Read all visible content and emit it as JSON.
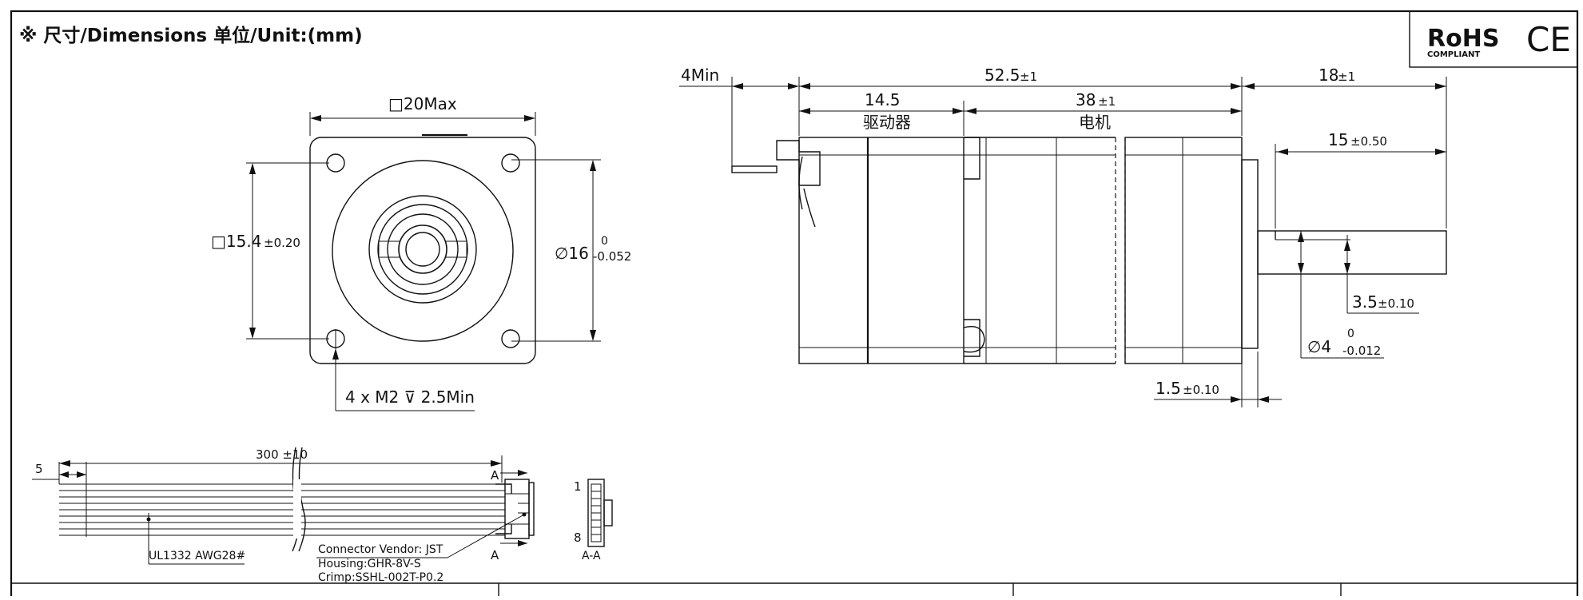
{
  "header": {
    "title": "※ 尺寸/Dimensions 单位/Unit:(mm)"
  },
  "badges": {
    "rohs_main": "RoHS",
    "rohs_sub": "COMPLIANT",
    "ce": "CE"
  },
  "front_view": {
    "size_max": "□20Max",
    "mount_pitch": "□15.4",
    "mount_pitch_tol": "±0.20",
    "pilot_dia": "∅16",
    "pilot_tol_upper": "0",
    "pilot_tol_lower": "-0.052",
    "screw_note": "4 x  M2 ⊽ 2.5Min"
  },
  "side_view": {
    "min_len": "4Min",
    "total_len": "52.5",
    "total_len_tol": "±1",
    "shaft_len": "18",
    "shaft_len_tol": "±1",
    "driver_len": "14.5",
    "driver_label": "驱动器",
    "motor_len": "38",
    "motor_len_tol": "±1",
    "motor_label": "电机",
    "flat_len": "15",
    "flat_len_tol": "±0.50",
    "flat_depth": "3.5",
    "flat_depth_tol": "±0.10",
    "shaft_dia": "∅4",
    "shaft_dia_upper": "0",
    "shaft_dia_lower": "-0.012",
    "boss_len": "1.5",
    "boss_len_tol": "±0.10"
  },
  "cable": {
    "strip_len": "5",
    "length": "300 ±10",
    "section_mark": "A",
    "wire_spec": "UL1332 AWG28#",
    "connector_vendor": "Connector Vendor: JST",
    "housing": "Housing:GHR-8V-S",
    "crimp": "Crimp:SSHL-002T-P0.2",
    "pin_first": "1",
    "pin_last": "8",
    "section_label": "A-A"
  }
}
